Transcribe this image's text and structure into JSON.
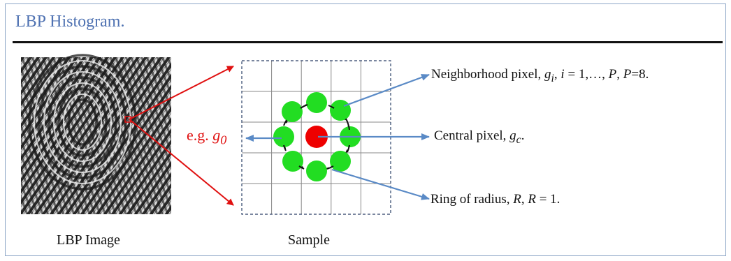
{
  "title": "LBP Histogram.",
  "captions": {
    "left": "LBP Image",
    "middle": "Sample"
  },
  "labels": {
    "neighborhood": {
      "text": "Neighborhood pixel, ",
      "var": "g",
      "sub": "i",
      "rest1": ", ",
      "i": "i",
      "rest2": " = 1,…, ",
      "P1": "P",
      "rest3": ", ",
      "P2": "P",
      "rest4": "=8."
    },
    "central": {
      "text": "Central pixel, ",
      "var": "g",
      "sub": "c",
      "rest": "."
    },
    "ring": {
      "text": "Ring of radius, ",
      "R1": "R",
      "rest1": ", ",
      "R2": "R",
      "rest2": " = 1."
    },
    "example": {
      "text": "e.g. ",
      "var": "g",
      "sub": "0"
    }
  },
  "colors": {
    "title": "#4f72b2",
    "red_arrow": "#e01010",
    "blue_arrow": "#5a8ac6",
    "neighbor": "#22dd22",
    "center": "#ee0000",
    "grid": "#888888"
  }
}
